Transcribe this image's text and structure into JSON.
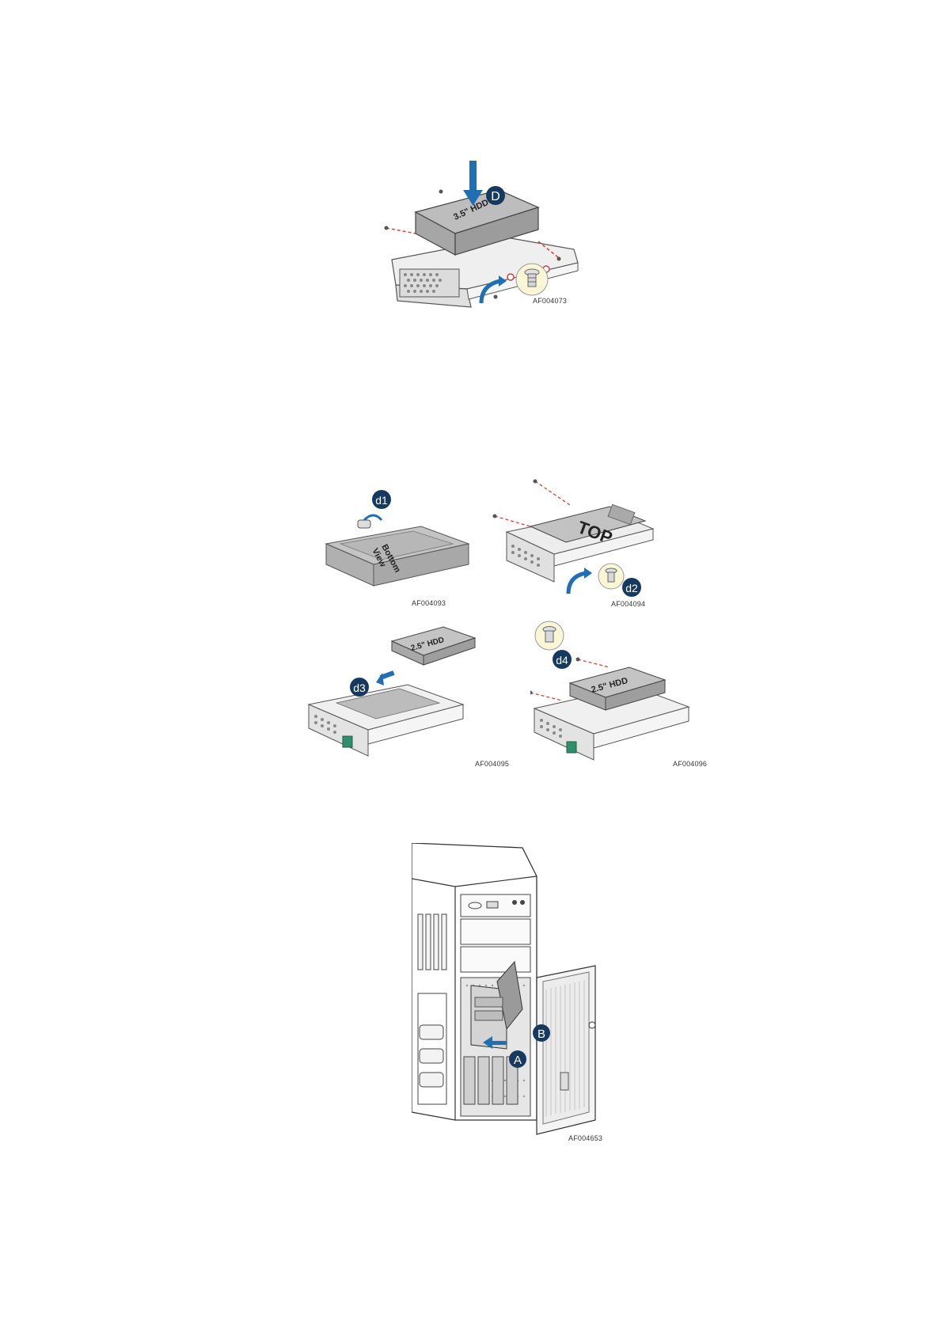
{
  "figure1": {
    "step_badge": "D",
    "hdd_label": "3.5\" HDD",
    "code": "AF004073"
  },
  "figure2": {
    "panel1": {
      "badge": "d1",
      "bottom_view_line1": "Bottom",
      "bottom_view_line2": "View",
      "code": "AF004093"
    },
    "panel2": {
      "badge": "d2",
      "top_label": "TOP",
      "code": "AF004094"
    },
    "panel3": {
      "badge": "d3",
      "hdd_label": "2.5\" HDD",
      "code": "AF004095"
    },
    "panel4": {
      "badge": "d4",
      "hdd_label": "2.5\" HDD",
      "code": "AF004096"
    }
  },
  "figure3": {
    "badge_a": "A",
    "badge_b": "B",
    "code": "AF004653"
  },
  "colors": {
    "badge": "#163a5f",
    "arrow": "#1f6fb2",
    "screw_dash": "#d0453c",
    "hdd_gray": "#b9b9b9",
    "tray_gray": "#e8e8e8",
    "latch_green": "#2f8f6b",
    "screw_circle": "#fbf7d6"
  }
}
